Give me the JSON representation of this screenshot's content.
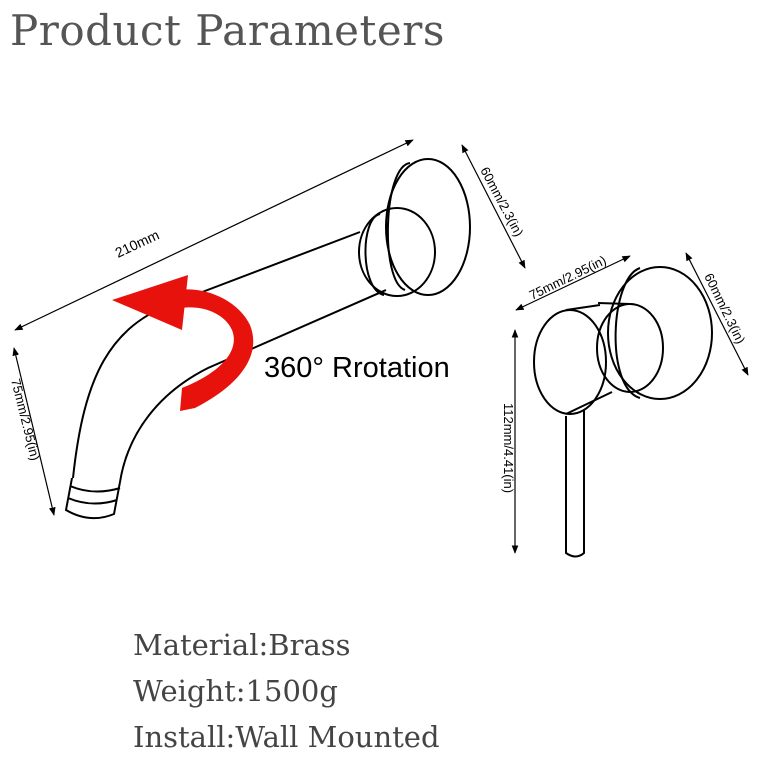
{
  "title": "Product Parameters",
  "dimensions": {
    "spout_length": "210mm",
    "spout_flange": "60mm/2.3(in)",
    "spout_height": "75mm/2.95(in)",
    "handle_length": "75mm/2.95(in)",
    "handle_flange": "60mm/2.3(in)",
    "lever_height": "112mm/4.41(in)"
  },
  "rotation_label": "360° Rrotation",
  "specs": [
    "Material:Brass",
    "Weight:1500g",
    "Install:Wall Mounted"
  ],
  "colors": {
    "outline": "#000000",
    "arrow": "#e8120c",
    "title": "#555555"
  }
}
